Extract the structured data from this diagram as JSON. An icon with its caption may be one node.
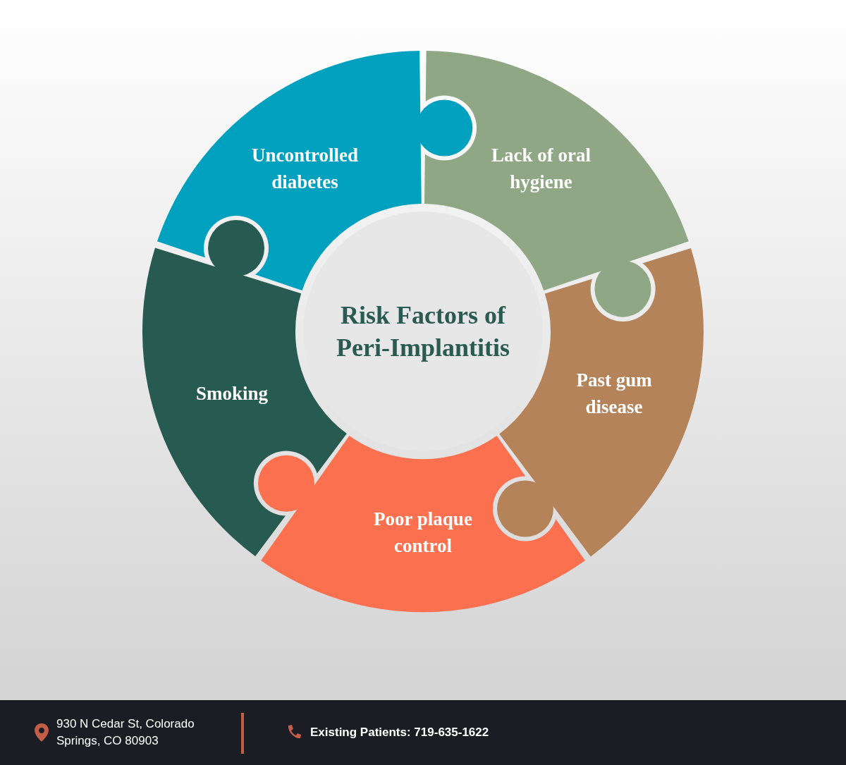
{
  "diagram": {
    "nodes": [
      {
        "text": [
          "Risk Factors of Peri-Implantitis"
        ]
      },
      {
        "text": [
          "Uncontrolled diabetes"
        ]
      },
      {
        "text": [
          "Lack of oral hygiene"
        ]
      },
      {
        "text": [
          "Past gum disease"
        ]
      },
      {
        "text": [
          "Poor plaque control"
        ]
      },
      {
        "text": [
          "Smoking"
        ]
      }
    ],
    "edges": [],
    "labels": [
      "930 N Cedar St, Colorado Springs, CO 80903",
      "Existing Patients: 719-635-1622"
    ]
  }
}
